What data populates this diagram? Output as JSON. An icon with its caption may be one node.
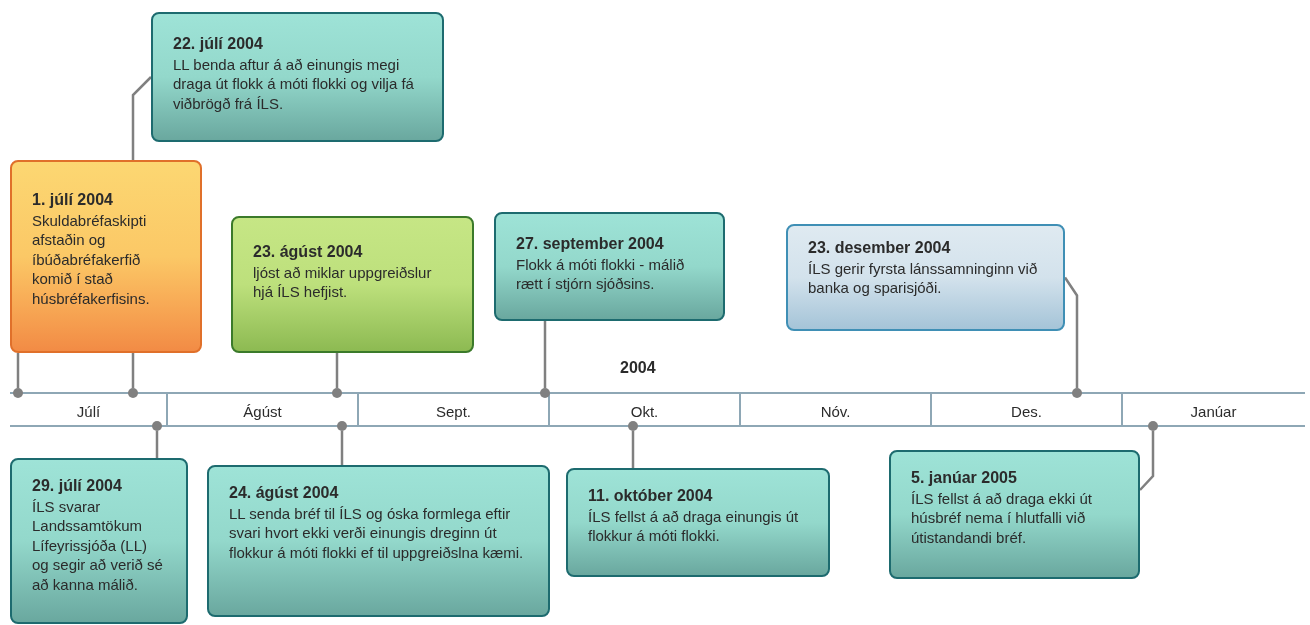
{
  "diagram": {
    "nodes": [
      {
        "text": [
          "1. júlí 2004",
          "Skuldabréfaskipti afstaðin og íbúðabréfakerfið komið í stað húsbréfakerfisins."
        ]
      },
      {
        "text": [
          "22. júlí 2004",
          "LL benda aftur á að einungis megi draga út flokk á móti flokki og vilja fá viðbrögð frá ÍLS."
        ]
      },
      {
        "text": [
          "23. ágúst 2004",
          "ljóst að miklar uppgreiðslur hjá ÍLS hefjist."
        ]
      },
      {
        "text": [
          "27. september 2004",
          "Flokk á móti flokki - málið rætt í stjórn sjóðsins."
        ]
      },
      {
        "text": [
          "23. desember 2004",
          "ÍLS gerir fyrsta lánssamninginn við banka og sparisjóði."
        ]
      },
      {
        "text": [
          "29. júlí 2004",
          "ÍLS svarar Landssamtökum Lífeyrissjóða (LL) og segir að verið sé að kanna málið."
        ]
      },
      {
        "text": [
          "24. ágúst 2004",
          "LL senda bréf til ÍLS og óska formlega eftir svari hvort ekki verði einungis dreginn út flokkur á móti flokki ef til uppgreiðslna kæmi."
        ]
      },
      {
        "text": [
          "11. október 2004",
          "ÍLS fellst á að draga einungis út flokkur á móti flokki."
        ]
      },
      {
        "text": [
          "5. janúar 2005",
          "ÍLS fellst á að draga ekki út húsbréf nema í hlutfalli við útistandandi bréf."
        ]
      },
      {
        "text": [],
        "shape": "circle"
      },
      {
        "text": [],
        "shape": "circle"
      },
      {
        "text": [],
        "shape": "circle"
      },
      {
        "text": [],
        "shape": "circle"
      },
      {
        "text": [],
        "shape": "circle"
      },
      {
        "text": [],
        "shape": "circle"
      },
      {
        "text": [],
        "shape": "circle"
      },
      {
        "text": [],
        "shape": "circle"
      },
      {
        "text": [],
        "shape": "circle"
      }
    ],
    "edges": [
      {
        "from": 0,
        "to": 9,
        "arrow": "none"
      },
      {
        "from": 1,
        "to": 10,
        "arrow": "none"
      },
      {
        "from": 5,
        "to": 11,
        "arrow": "none"
      },
      {
        "from": 2,
        "to": 12,
        "arrow": "none"
      },
      {
        "from": 6,
        "to": 13,
        "arrow": "none"
      },
      {
        "from": 3,
        "to": 14,
        "arrow": "none"
      },
      {
        "from": 7,
        "to": 15,
        "arrow": "none"
      },
      {
        "from": 4,
        "to": 16,
        "arrow": "none"
      },
      {
        "from": 8,
        "to": 17,
        "arrow": "none"
      }
    ],
    "labels": [
      "2004",
      "Júlí",
      "Ágúst",
      "Sept.",
      "Okt.",
      "Nóv.",
      "Des.",
      "Janúar"
    ]
  }
}
